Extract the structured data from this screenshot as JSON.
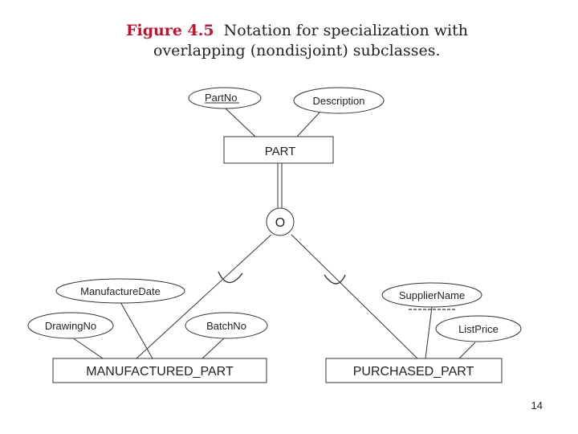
{
  "caption": {
    "label": "Figure 4.5",
    "text_line1": "Notation for specialization with",
    "text_line2": "overlapping (nondisjoint) subclasses."
  },
  "diagram": {
    "superclass": "PART",
    "superclass_attributes": [
      "PartNo",
      "Description"
    ],
    "specialization_symbol": "O",
    "subclasses": [
      {
        "name": "MANUFACTURED_PART",
        "attributes": [
          "ManufactureDate",
          "DrawingNo",
          "BatchNo"
        ]
      },
      {
        "name": "PURCHASED_PART",
        "attributes": [
          "SupplierName",
          "ListPrice"
        ]
      }
    ]
  },
  "page_number": "14"
}
